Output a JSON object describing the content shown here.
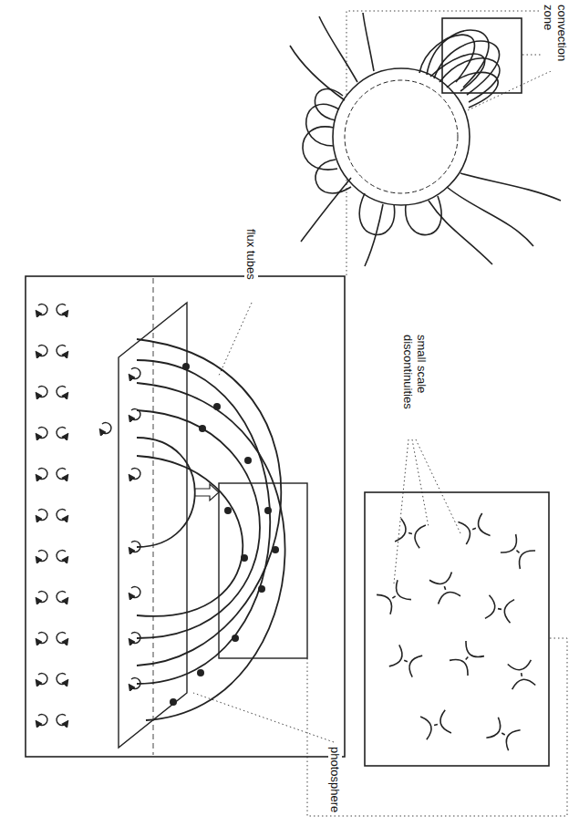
{
  "diagram": {
    "labels": [
      "convection zone",
      "flux tubes",
      "small scale discontinuities",
      "photosphere"
    ]
  }
}
